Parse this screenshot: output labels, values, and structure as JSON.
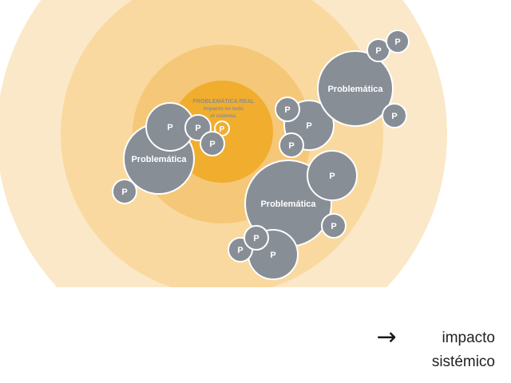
{
  "diagram": {
    "core_title": "PROBLEMÁTICA REAL",
    "core_subtitle_1": "Impacto en todo",
    "core_subtitle_2": "el sistema.",
    "problem_label": "Problemática",
    "small_label": "P",
    "highlight_label": "P"
  },
  "legend": {
    "arrow_icon": "right-arrow-icon",
    "line1": "impacto",
    "line2": "sistémico"
  },
  "colors": {
    "ring_outer": "#fbe8c8",
    "ring_2": "#f9d99f",
    "ring_3": "#f5c778",
    "ring_inner": "#f0ad2e",
    "bubble": "#888e96",
    "bubble_stroke": "#ffffff",
    "core_text": "#8a8f97"
  }
}
